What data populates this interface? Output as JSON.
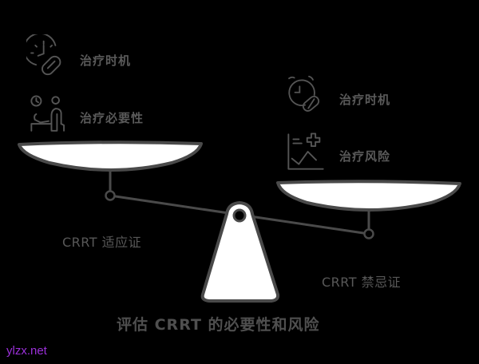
{
  "diagram": {
    "title": "评估 CRRT 的必要性和风险",
    "left_pan": {
      "caption": "CRRT 适应证",
      "items": [
        {
          "icon": "clock-pill-icon",
          "label": "治疗时机"
        },
        {
          "icon": "patient-doctor-icon",
          "label": "治疗必要性"
        }
      ]
    },
    "right_pan": {
      "caption": "CRRT 禁忌证",
      "items": [
        {
          "icon": "alarm-clock-pill-icon",
          "label": "治疗时机"
        },
        {
          "icon": "medical-chart-icon",
          "label": "治疗风险"
        }
      ]
    },
    "colors": {
      "background": "#000000",
      "stroke": "#4a4a4a",
      "fill": "#ffffff",
      "text": "#5a5a5a",
      "watermark": "#9b30d9"
    }
  },
  "watermark": "ylzx.net"
}
